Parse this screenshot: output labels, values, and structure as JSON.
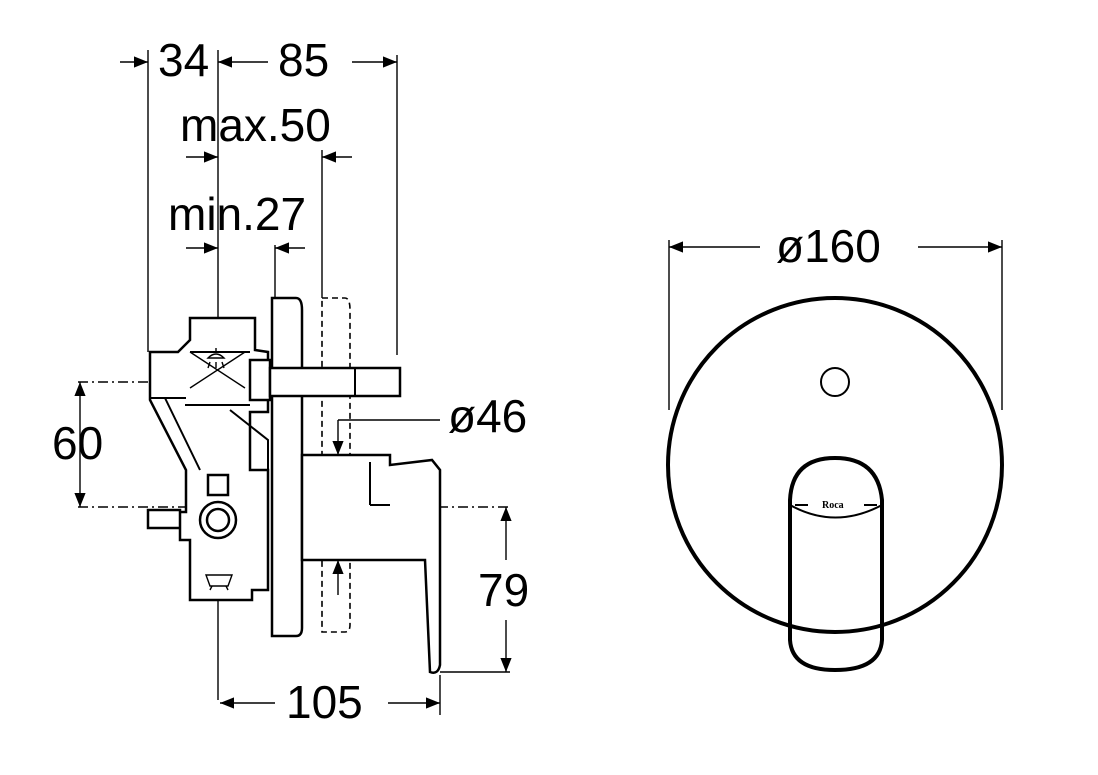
{
  "dimensions": {
    "d34": "34",
    "d85": "85",
    "max50": "max.50",
    "min27": "min.27",
    "d60": "60",
    "d46": "ø46",
    "d79": "79",
    "d105": "105",
    "d160": "ø160"
  },
  "brand": {
    "logo_text": "Roca"
  },
  "icons": {
    "shower": "shower-icon",
    "bath": "bath-icon"
  }
}
